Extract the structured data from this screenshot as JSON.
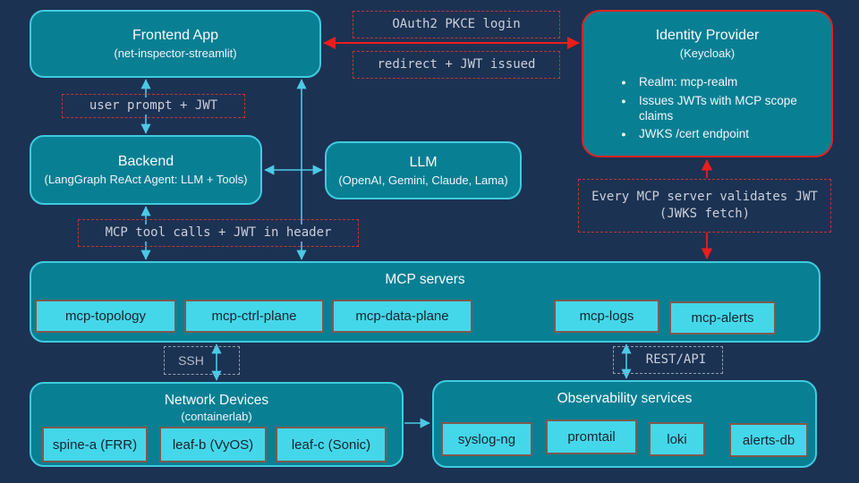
{
  "colors": {
    "background": "#1c3252",
    "node_fill": "#097f93",
    "node_border": "#3fcbe0",
    "idp_border": "#e32222",
    "chip_fill": "#44d7e9",
    "chip_border": "#7d5a4e",
    "chip_text": "#18242c",
    "cyan_arrow": "#4cc9e6",
    "red_arrow": "#ed1c1c",
    "red_dash": "#c63434",
    "gray_dash": "#93a0ad",
    "mono_label": "#c9cfdb"
  },
  "nodes": {
    "frontend": {
      "title": "Frontend App",
      "subtitle": "(net-inspector-streamlit)"
    },
    "identity_provider": {
      "title": "Identity Provider",
      "subtitle": "(Keycloak)",
      "bullets": [
        "Realm: mcp-realm",
        "Issues JWTs with MCP scope claims",
        "JWKS /cert endpoint"
      ]
    },
    "backend": {
      "title": "Backend",
      "subtitle": "(LangGraph ReAct Agent: LLM + Tools)"
    },
    "llm": {
      "title": "LLM",
      "subtitle": "(OpenAI, Gemini, Claude, Lama)"
    },
    "mcp_servers": {
      "title": "MCP servers",
      "chips": [
        "mcp-topology",
        "mcp-ctrl-plane",
        "mcp-data-plane",
        "mcp-logs",
        "mcp-alerts"
      ]
    },
    "network_devices": {
      "title": "Network Devices",
      "subtitle": "(containerlab)",
      "chips": [
        "spine-a (FRR)",
        "leaf-b (VyOS)",
        "leaf-c (Sonic)"
      ]
    },
    "observability": {
      "title": "Observability services",
      "chips": [
        "syslog-ng",
        "promtail",
        "loki",
        "alerts-db"
      ]
    }
  },
  "edge_labels": {
    "oauth": "OAuth2 PKCE login",
    "redirect": "redirect + JWT issued",
    "user_prompt": "user prompt + JWT",
    "mcp_calls": "MCP tool calls + JWT in header",
    "validates_line1": "Every MCP server validates JWT",
    "validates_line2": "(JWKS fetch)",
    "ssh": "SSH",
    "rest_api": "REST/API"
  }
}
